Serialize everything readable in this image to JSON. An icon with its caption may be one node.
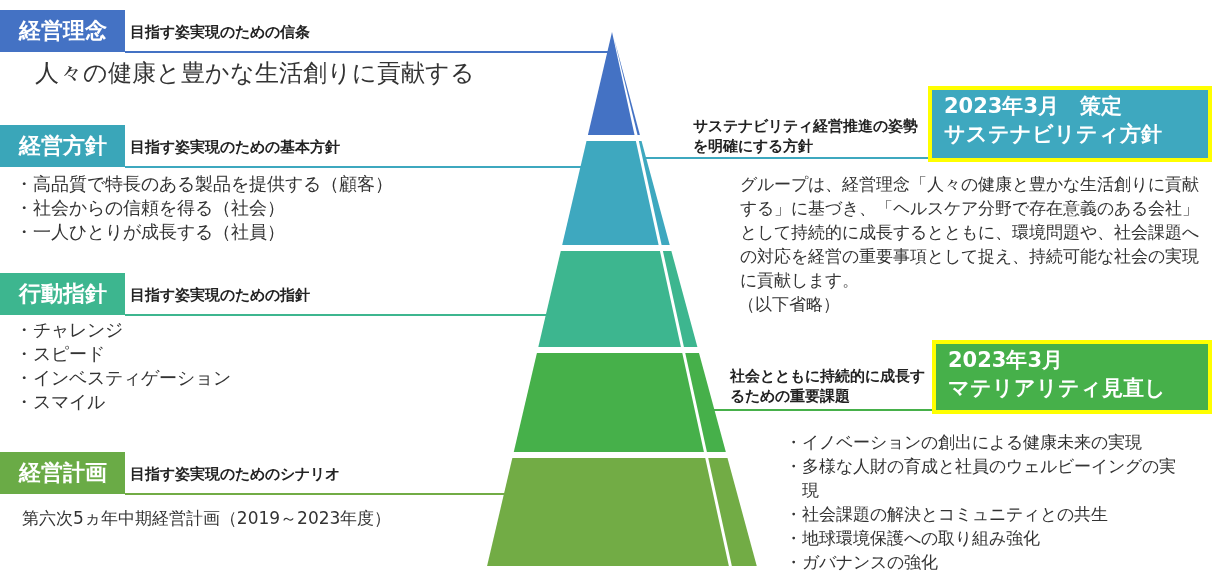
{
  "diagram": {
    "nodes": [
      {
        "text": [
          "経営理念"
        ],
        "beside": [
          "目指す姿実現のための信条"
        ]
      },
      {
        "text": [
          "経営方針"
        ],
        "beside": [
          "目指す姿実現のための基本方針"
        ]
      },
      {
        "text": [
          "行動指針"
        ],
        "beside": [
          "目指す姿実現のための指針"
        ]
      },
      {
        "text": [
          "経営計画"
        ],
        "beside": [
          "目指す姿実現のためのシナリオ"
        ]
      },
      {
        "text": [
          "2023年3月　策定",
          "サステナビリティ方針"
        ],
        "beside": [
          "サステナビリティ経営推進の姿勢を明確にする方針"
        ]
      },
      {
        "text": [
          "2023年3月",
          "マテリアリティ見直し"
        ],
        "beside": [
          "社会とともに持続的に成長するための重要課題"
        ]
      },
      {
        "text": [],
        "shape": "triangle"
      },
      {
        "text": [],
        "shape": "trapezoid"
      },
      {
        "text": [],
        "shape": "trapezoid"
      },
      {
        "text": [],
        "shape": "trapezoid"
      },
      {
        "text": [],
        "shape": "trapezoid"
      }
    ],
    "edges": [
      {
        "from": 0,
        "to": 6,
        "arrow": "none",
        "color": "#4472c4"
      },
      {
        "from": 1,
        "to": 7,
        "arrow": "none",
        "color": "#3ea8bf"
      },
      {
        "from": 2,
        "to": 8,
        "arrow": "none",
        "color": "#3db68f"
      },
      {
        "from": 3,
        "to": 10,
        "arrow": "none",
        "color": "#72ac45"
      },
      {
        "from": 4,
        "to": 7,
        "arrow": "none",
        "color": "#3ea8bf"
      },
      {
        "from": 5,
        "to": 9,
        "arrow": "none",
        "color": "#46b04a"
      }
    ],
    "labels": [
      "人々の健康と豊かな生活創りに貢献する",
      "・高品質で特長のある製品を提供する（顧客）",
      "・社会からの信頼を得る（社会）",
      "・一人ひとりが成長する（社員）",
      "・チャレンジ",
      "・スピード",
      "・インベスティゲーション",
      "・スマイル",
      "第六次5ヵ年中期経営計画（2019～2023年度）",
      "グループは、経営理念「人々の健康と豊かな生活創りに貢献する」に基づき、「ヘルスケア分野で存在意義のある会社」として持続的に成長するとともに、環境問題や、社会課題への対応を経営の重要事項として捉え、持続可能な社会の実現に貢献します。",
      "（以下省略）",
      "・イノベーションの創出による健康未来の実現",
      "・多様な人財の育成と社員のウェルビーイングの実現",
      "・社会課題の解決とコミュニティとの共生",
      "・地球環境保護への取り組み強化",
      "・ガバナンスの強化"
    ]
  }
}
